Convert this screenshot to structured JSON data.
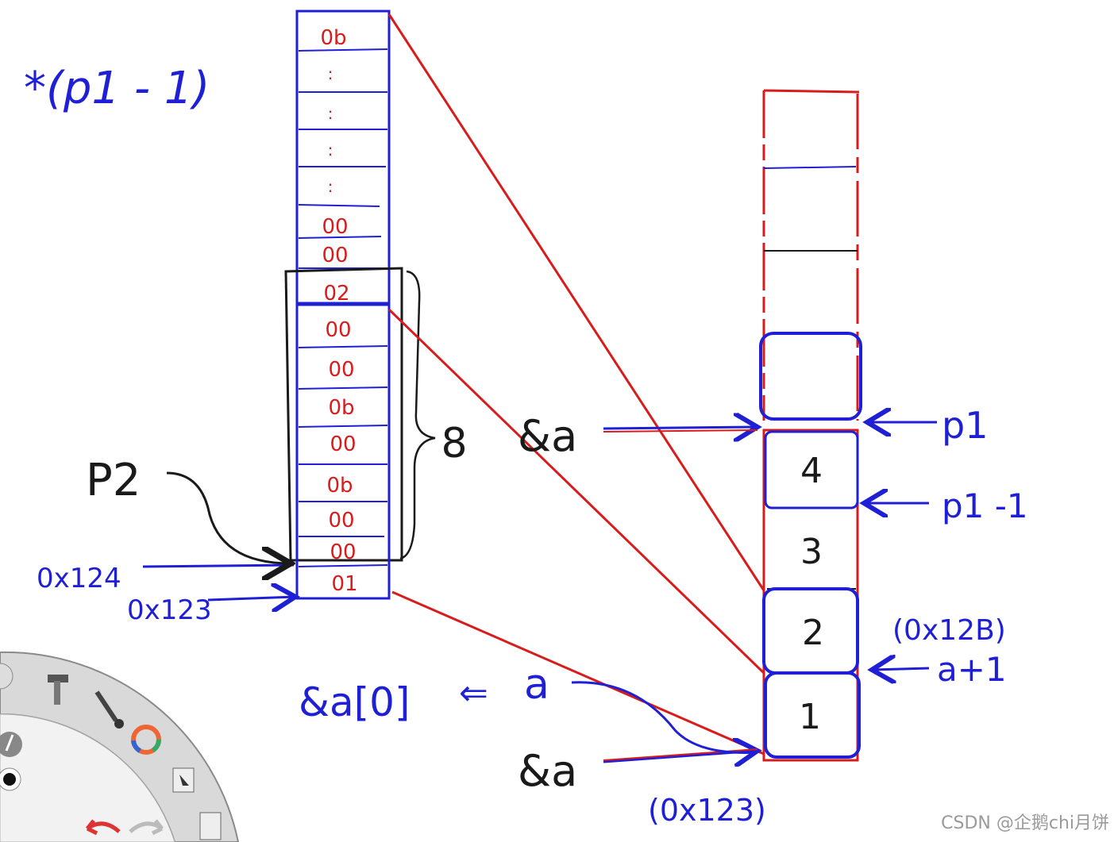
{
  "annotations": {
    "deref_expr": "*(p1 - 1)",
    "p2": "P2",
    "addr_0x124": "0x124",
    "addr_0x123_left": "0x123",
    "eight": "8",
    "amp_a_top": "&a",
    "amp_a_bottom": "&a",
    "amp_a0": "&a[0]",
    "arrow_from": "⇐",
    "a_label": "a",
    "p1": "p1",
    "p1_minus_1": "p1 -1",
    "addr_0x12B": "(0x12B)",
    "a_plus_1": "a+1",
    "addr_0x123_bottom": "(0x123)"
  },
  "byte_column": {
    "top_bytes": [
      "0b",
      ":",
      ":",
      ":",
      ":",
      "00",
      "00",
      "02"
    ],
    "lower_bytes": [
      "00",
      "00",
      "0b",
      "00",
      "0b",
      "00",
      "00",
      "01"
    ]
  },
  "array_column": {
    "elements": [
      "4",
      "3",
      "2",
      "1"
    ]
  },
  "colors": {
    "blue": "#1f1fd6",
    "red": "#d81b1b",
    "black": "#1a1a1a"
  },
  "watermark": "CSDN @企鹅chi月饼"
}
